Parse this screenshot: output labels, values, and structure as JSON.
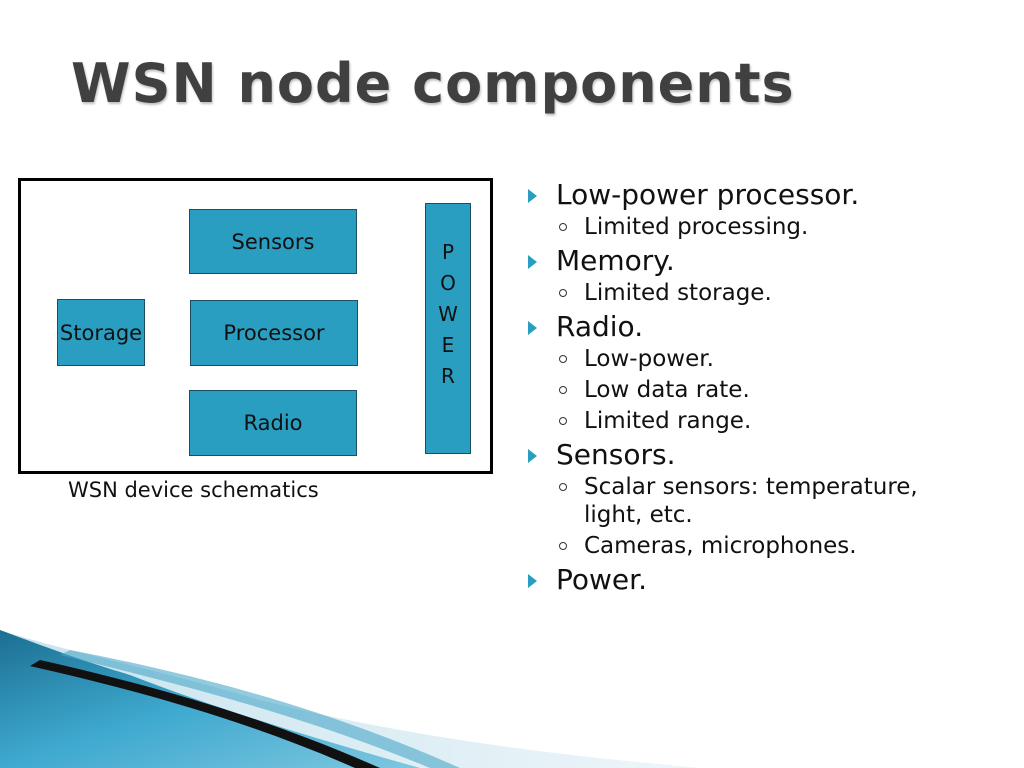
{
  "slide": {
    "title": "WSN node components"
  },
  "schematic": {
    "caption": "WSN device schematics",
    "blocks": {
      "sensors": "Sensors",
      "processor": "Processor",
      "radio": "Radio",
      "storage": "Storage",
      "power_letters": [
        "P",
        "O",
        "W",
        "E",
        "R"
      ]
    },
    "block_color": "#2a9ec0"
  },
  "bullets": [
    {
      "text": "Low-power processor.",
      "sub": [
        "Limited processing."
      ]
    },
    {
      "text": "Memory.",
      "sub": [
        "Limited storage."
      ]
    },
    {
      "text": "Radio.",
      "sub": [
        "Low-power.",
        "Low data rate.",
        "Limited range."
      ]
    },
    {
      "text": "Sensors.",
      "sub": [
        "Scalar sensors: temperature, light, etc.",
        "Cameras, microphones."
      ]
    },
    {
      "text": "Power.",
      "sub": []
    }
  ],
  "colors": {
    "accent": "#2a9ec0",
    "title": "#404040"
  }
}
